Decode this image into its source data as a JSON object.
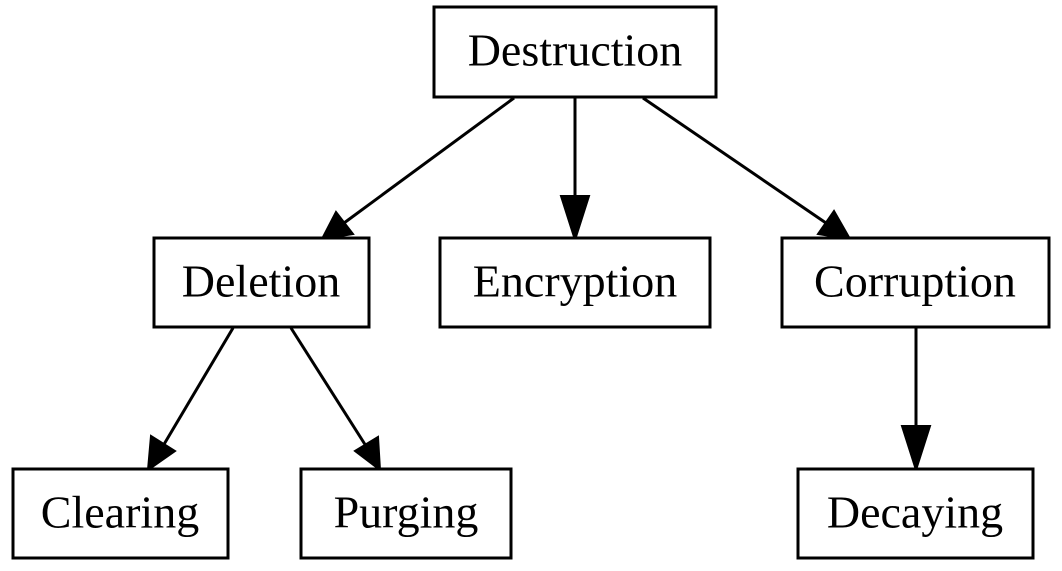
{
  "diagram": {
    "type": "tree",
    "nodes": {
      "destruction": {
        "label": "Destruction"
      },
      "deletion": {
        "label": "Deletion"
      },
      "encryption": {
        "label": "Encryption"
      },
      "corruption": {
        "label": "Corruption"
      },
      "clearing": {
        "label": "Clearing"
      },
      "purging": {
        "label": "Purging"
      },
      "decaying": {
        "label": "Decaying"
      }
    },
    "edges": [
      {
        "from": "destruction",
        "to": "deletion"
      },
      {
        "from": "destruction",
        "to": "encryption"
      },
      {
        "from": "destruction",
        "to": "corruption"
      },
      {
        "from": "deletion",
        "to": "clearing"
      },
      {
        "from": "deletion",
        "to": "purging"
      },
      {
        "from": "corruption",
        "to": "decaying"
      }
    ]
  }
}
